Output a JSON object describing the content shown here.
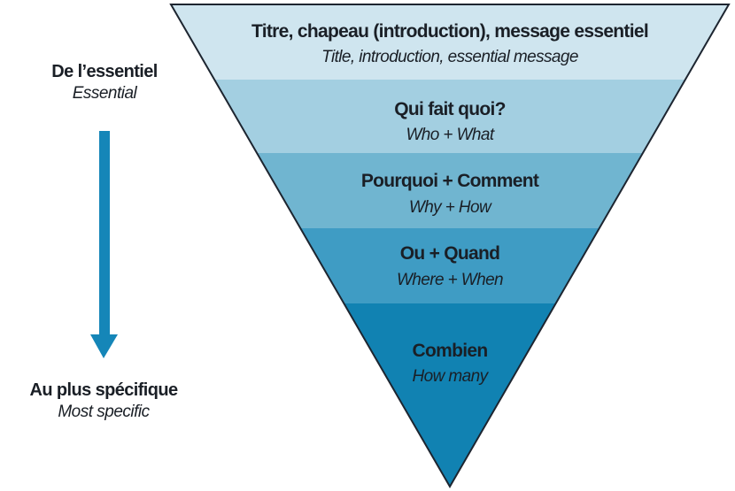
{
  "left": {
    "top_label": "De l’essentiel",
    "top_sub": "Essential",
    "bottom_label": "Au plus spécifique",
    "bottom_sub": "Most specific",
    "arrow_color": "#1586b8"
  },
  "pyramid": {
    "levels": [
      {
        "title": "Titre, chapeau (introduction), message essentiel",
        "sub": "Title, introduction, essential message",
        "color": "#cfe5ef"
      },
      {
        "title": "Qui fait quoi?",
        "sub": "Who + What",
        "color": "#a3cfe1"
      },
      {
        "title": "Pourquoi + Comment",
        "sub": "Why + How",
        "color": "#70b5d0"
      },
      {
        "title": "Ou + Quand",
        "sub": "Where + When",
        "color": "#3f9cc4"
      },
      {
        "title": "Combien",
        "sub": "How many",
        "color": "#1182b2"
      }
    ]
  }
}
